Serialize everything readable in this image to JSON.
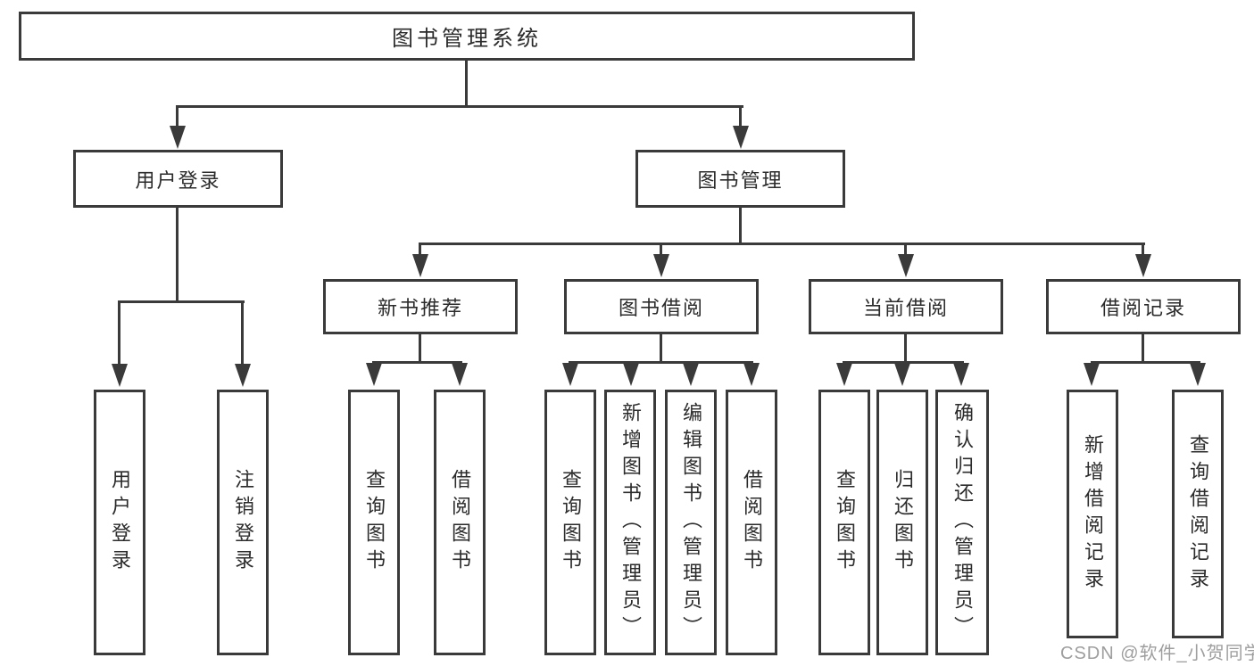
{
  "tree": {
    "label": "图书管理系统",
    "children": [
      {
        "label": "用户登录",
        "children": [
          {
            "label": "用户登录"
          },
          {
            "label": "注销登录"
          }
        ]
      },
      {
        "label": "图书管理",
        "children": [
          {
            "label": "新书推荐",
            "children": [
              {
                "label": "查询图书"
              },
              {
                "label": "借阅图书"
              }
            ]
          },
          {
            "label": "图书借阅",
            "children": [
              {
                "label": "查询图书"
              },
              {
                "label": "新增图书（管理员）"
              },
              {
                "label": "编辑图书（管理员）"
              },
              {
                "label": "借阅图书"
              }
            ]
          },
          {
            "label": "当前借阅",
            "children": [
              {
                "label": "查询图书"
              },
              {
                "label": "归还图书"
              },
              {
                "label": "确认归还（管理员）"
              }
            ]
          },
          {
            "label": "借阅记录",
            "children": [
              {
                "label": "新增借阅记录"
              },
              {
                "label": "查询借阅记录"
              }
            ]
          }
        ]
      }
    ]
  },
  "watermark": {
    "text": "CSDN @软件_小贺同学"
  },
  "colors": {
    "line": "#3a3a3a",
    "text": "#2b2b2b",
    "box_background": "#ffffff",
    "background": "#ffffff",
    "watermark": "#9e9e9e"
  }
}
